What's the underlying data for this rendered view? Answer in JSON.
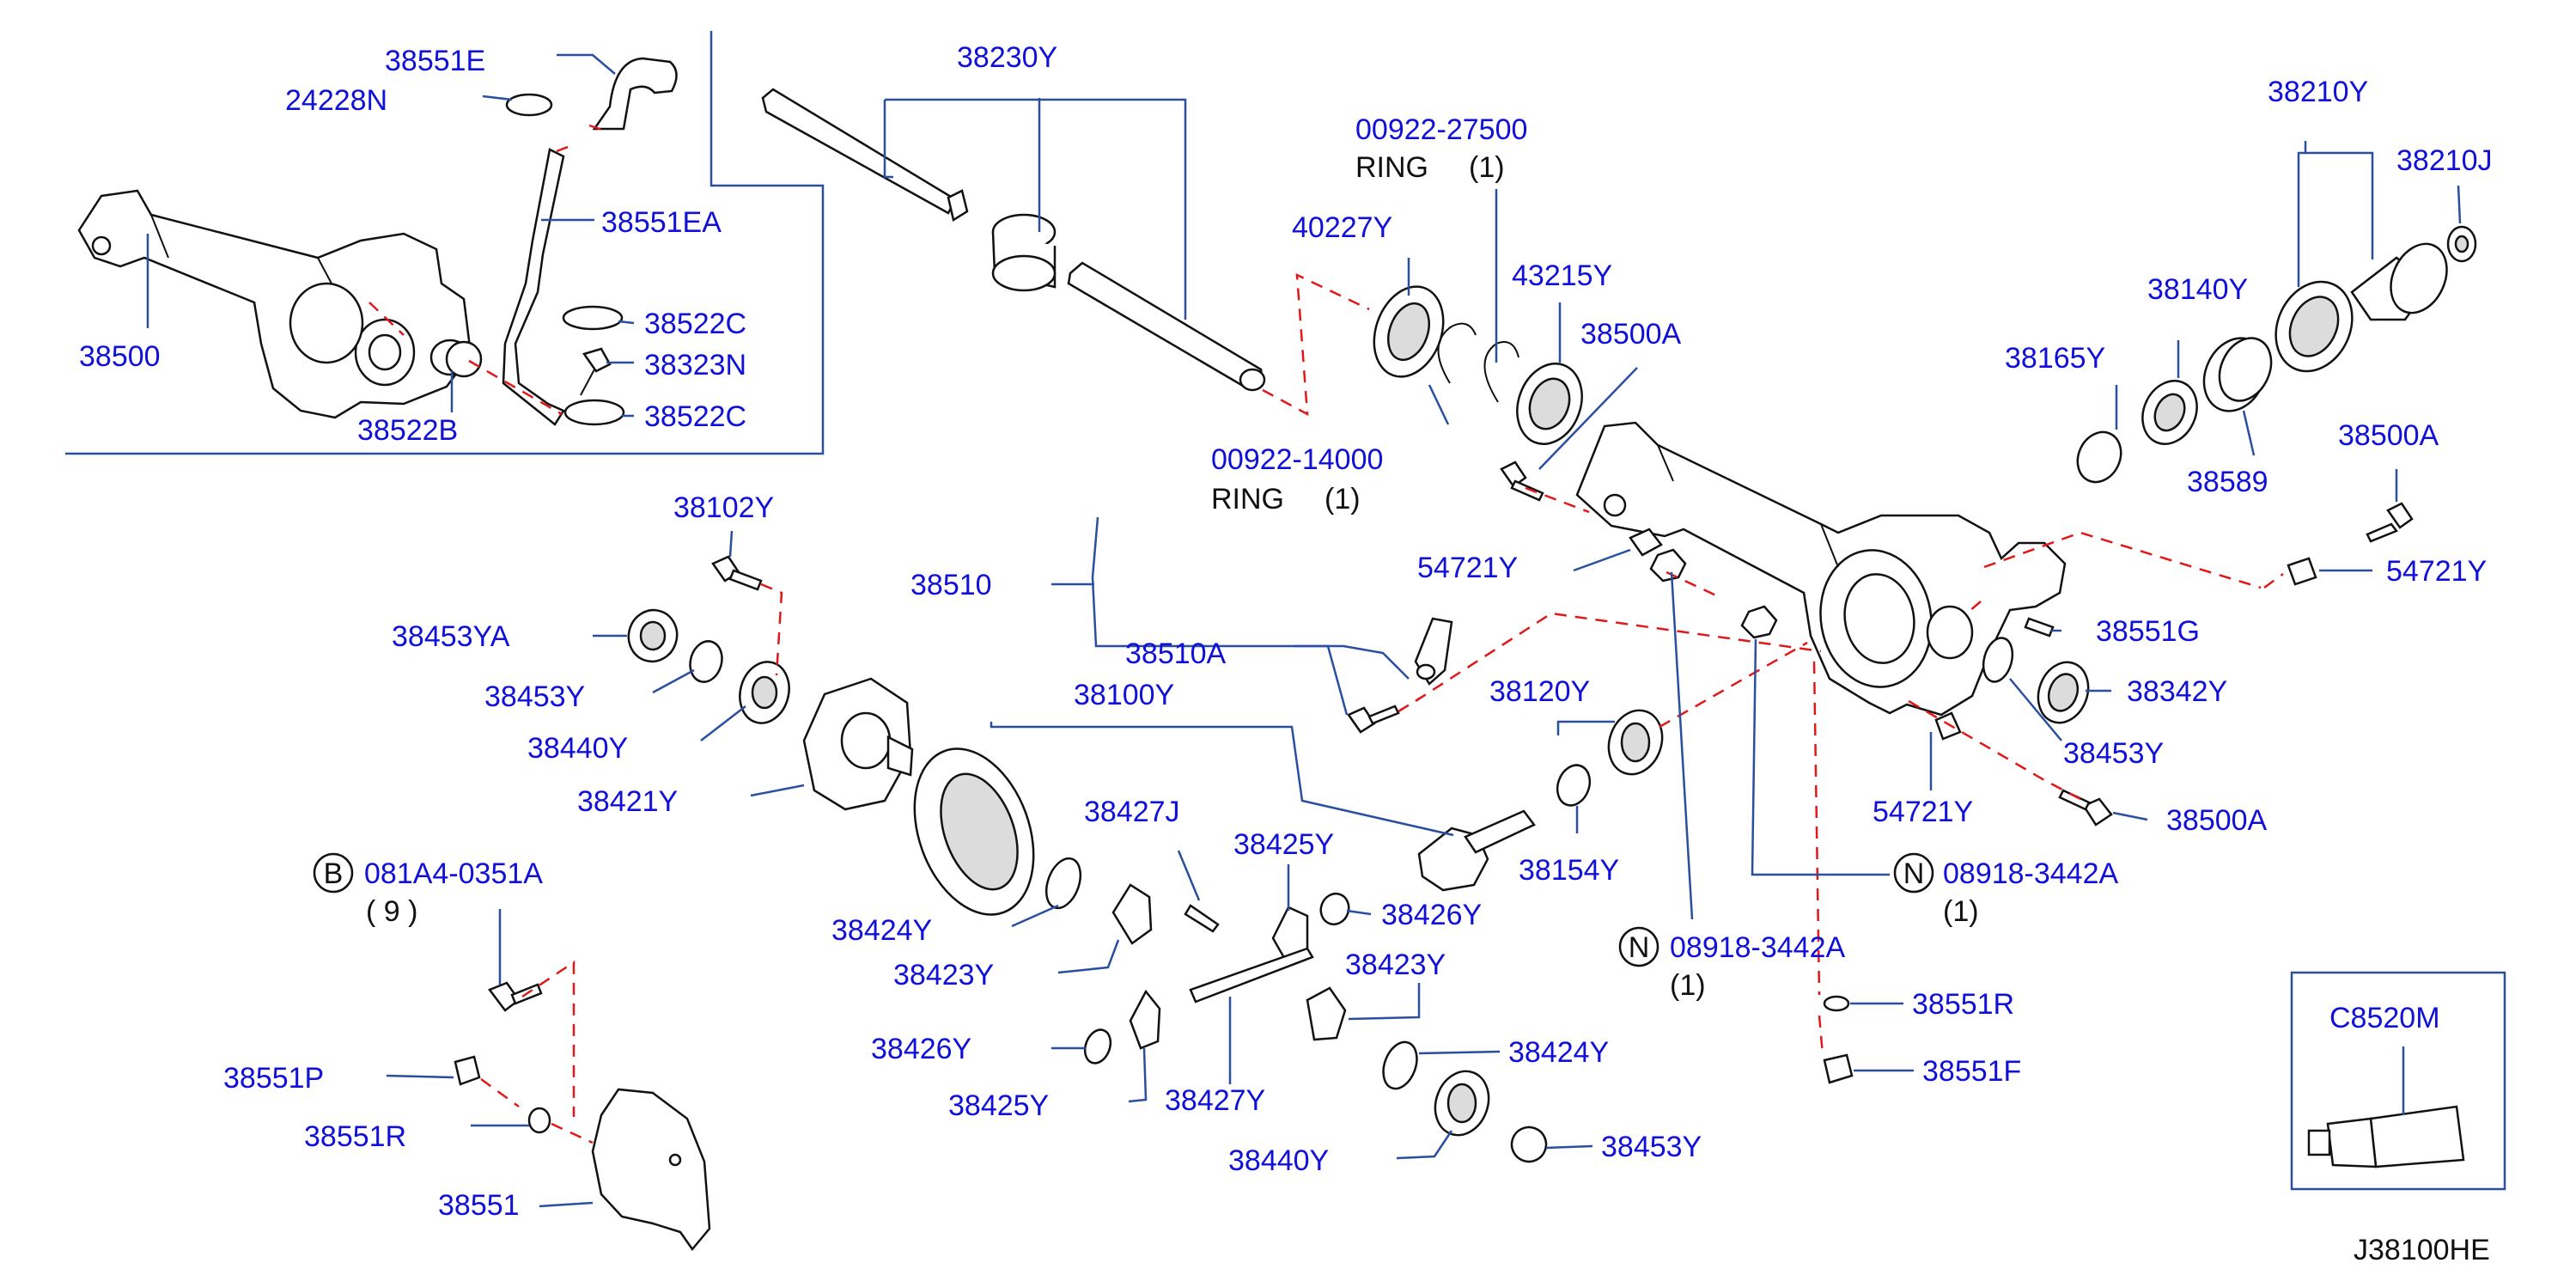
{
  "figure_code": "J38100HE",
  "part_labels": {
    "p38551E": "38551E",
    "p24228N": "24228N",
    "p38551EA": "38551EA",
    "p38500_top": "38500",
    "p38522C_1": "38522C",
    "p38323N": "38323N",
    "p38522C_2": "38522C",
    "p38522B": "38522B",
    "p38230Y": "38230Y",
    "p00922_27500": "00922-27500",
    "ring1_word": "RING",
    "ring1_qty": "(1)",
    "p40227Y": "40227Y",
    "p43215Y": "43215Y",
    "p38500A_1": "38500A",
    "p00922_14000": "00922-14000",
    "ring2_word": "RING",
    "ring2_qty": "(1)",
    "p38210Y": "38210Y",
    "p38210J": "38210J",
    "p38140Y": "38140Y",
    "p38165Y": "38165Y",
    "p38589": "38589",
    "p38500A_2": "38500A",
    "p54721Y_1": "54721Y",
    "p54721Y_2": "54721Y",
    "p38551G": "38551G",
    "p38342Y": "38342Y",
    "p38453Y_right": "38453Y",
    "p54721Y_3": "54721Y",
    "p38500A_3": "38500A",
    "p38102Y": "38102Y",
    "p38510": "38510",
    "p38510A": "38510A",
    "p38453YA": "38453YA",
    "p38453Y_left": "38453Y",
    "p38440Y_left": "38440Y",
    "p38421Y": "38421Y",
    "p38100Y": "38100Y",
    "p38120Y": "38120Y",
    "p38154Y": "38154Y",
    "p38427J": "38427J",
    "p38425Y_top": "38425Y",
    "p38426Y_top": "38426Y",
    "p38424Y_left": "38424Y",
    "p38423Y_left": "38423Y",
    "p38423Y_right": "38423Y",
    "p38426Y_bottom": "38426Y",
    "p38425Y_bottom": "38425Y",
    "p38427Y": "38427Y",
    "p38424Y_right": "38424Y",
    "p38440Y_bottom": "38440Y",
    "p38453Y_bottom": "38453Y",
    "p081A4": "081A4-0351A",
    "p081A4_qty": "( 9 )",
    "p38551P": "38551P",
    "p38551R_left": "38551R",
    "p38551": "38551",
    "p08918_1": "08918-3442A",
    "p08918_1_qty": "(1)",
    "p08918_2": "08918-3442A",
    "p08918_2_qty": "(1)",
    "p38551R_right": "38551R",
    "p38551F": "38551F",
    "pC8520M": "C8520M"
  },
  "circle_symbols": {
    "bolt_b": "B",
    "nut_n1": "N",
    "nut_n2": "N"
  },
  "colors": {
    "label": "#1010d8",
    "leader": "#2a4ea0",
    "dashed": "#e01818",
    "outline": "#111111"
  }
}
